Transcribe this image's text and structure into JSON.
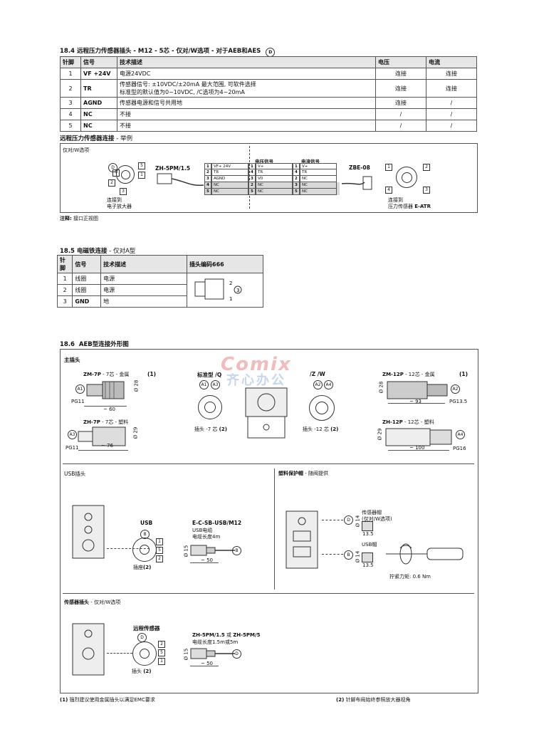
{
  "s184": {
    "title_num": "18.4",
    "title": "远程压力传感器插头 - M12 - 5芯 - 仅对/W选项 - 对于AEB和AES",
    "title_badge": "D",
    "headers": [
      "针脚",
      "信号",
      "技术描述",
      "电压",
      "电流"
    ],
    "rows": [
      {
        "pin": "1",
        "signal": "VF +24V",
        "desc": "电源24VDC",
        "desc2": "",
        "volt": "连接",
        "curr": "连接"
      },
      {
        "pin": "2",
        "signal": "TR",
        "desc": "传感器信号: ±10VDC/±20mA 最大范围, 可软件选择",
        "desc2": "标准型的默认值为0~10VDC, /C选项为4~20mA",
        "volt": "连接",
        "curr": "连接"
      },
      {
        "pin": "3",
        "signal": "AGND",
        "desc": "传感器电源和信号共用地",
        "desc2": "",
        "volt": "连接",
        "curr": "/"
      },
      {
        "pin": "4",
        "signal": "NC",
        "desc": "不接",
        "desc2": "",
        "volt": "/",
        "curr": "/"
      },
      {
        "pin": "5",
        "signal": "NC",
        "desc": "不接",
        "desc2": "",
        "volt": "/",
        "curr": "/"
      }
    ]
  },
  "remote": {
    "title": "远程压力传感器连接",
    "title_light": " - 举例",
    "option": "仅对/W选项",
    "connector_left": "ZH-5PM/1.5",
    "connector_right": "ZBE-08",
    "col_voltage": "电压信号",
    "col_current": "电流信号",
    "left_note": "连接到\n电子放大器",
    "right_note": "连接到",
    "right_note2": "压力传感器 ",
    "right_note_bold": "E-ATR",
    "left_pins": [
      {
        "n": "1",
        "s": "VF+ 24V"
      },
      {
        "n": "2",
        "s": "TR"
      },
      {
        "n": "3",
        "s": "AGND"
      },
      {
        "n": "4",
        "s": "NC"
      },
      {
        "n": "5",
        "s": "NC"
      }
    ],
    "volt_pins": [
      {
        "n": "1",
        "s": "V+"
      },
      {
        "n": "4",
        "s": "TR"
      },
      {
        "n": "3",
        "s": "V0"
      },
      {
        "n": "2",
        "s": "NC"
      },
      {
        "n": "5",
        "s": "NC"
      }
    ],
    "curr_pins": [
      {
        "n": "1",
        "s": "V+"
      },
      {
        "n": "4",
        "s": "TR"
      },
      {
        "n": "2",
        "s": "NC"
      },
      {
        "n": "3",
        "s": "NC"
      },
      {
        "n": "5",
        "s": "NC"
      }
    ],
    "note_label": "注释:",
    "note_text": "接口正视图"
  },
  "s185": {
    "title_num": "18.5",
    "title": "电磁铁连接",
    "title_light": " - 仅对A型",
    "headers": [
      "针脚",
      "信号",
      "技术描述",
      "插头编码666"
    ],
    "rows": [
      {
        "pin": "1",
        "signal": "线圈",
        "desc": "电源"
      },
      {
        "pin": "2",
        "signal": "线圈",
        "desc": "电源"
      },
      {
        "pin": "3",
        "signal": "GND",
        "desc": "地"
      }
    ],
    "plug_labels": [
      "2",
      "3",
      "1"
    ]
  },
  "s186": {
    "title_num": "18.6",
    "title": "AEB型连接外形图",
    "main_plug": "主插头",
    "zm7p": "ZM-7P",
    "zm7p_desc": " - 7芯 - 金属",
    "zh7p": "ZH-7P",
    "zh7p_desc": " - 7芯 - 塑料",
    "std": "标准型 /Q",
    "zw": "/Z /W",
    "zm12p": "ZM-12P",
    "zm12p_desc": " - 12芯 - 金属",
    "zh12p": "ZH-12P",
    "zh12p_desc": " - 12芯 - 塑料",
    "plug7": "插头 -7 芯 ",
    "plug12": "插头 -12 芯 ",
    "note1": "(1)",
    "note2": "(2)",
    "pg11": "PG11",
    "pg13": "PG13.5",
    "pg16": "PG16",
    "dim60": "~ 60",
    "dim76": "~ 76",
    "dim93": "~ 93",
    "dim100": "~ 100",
    "d28": "Ø 28",
    "d29": "Ø 29",
    "a1": "A1",
    "a2": "A2",
    "a3": "A3",
    "a4": "A4",
    "usb_title": "USB插头",
    "usb": "USB",
    "usb_cable": "E-C-SB-USB/M12",
    "usb_cable_desc": "USB电缆",
    "usb_cable_len": "电缆长度4m",
    "socket": "插座",
    "d15": "Ø 15",
    "dim50": "~ 50",
    "b": "B",
    "cap_title": "塑料保护帽",
    "cap_light": " - 随阀提供",
    "sensor_cap": "传感器帽",
    "sensor_cap2": "(仅对/W选项)",
    "usb_cap": "USB帽",
    "d14": "Ø 14",
    "d13": "13.5",
    "torque": "拧紧力矩:  0.6 Nm",
    "sensor_plug_title": "传感器插头",
    "sensor_plug_light": " - 仅对/W选项",
    "remote_sensor": "远程传感器",
    "zh5pm": "ZH-5PM/1.5",
    "or": " 或 ",
    "zh5pm5": "ZH-5PM/5",
    "cable_len": "电缆长度1.5m或5m",
    "plug": "插头 ",
    "d": "D"
  },
  "footnotes": {
    "n1": "(1)",
    "t1": " 强烈建议使用金属插头以满足EMC要求",
    "n2": "(2)",
    "t2": " 针脚布局始终参照放大器视角"
  },
  "watermark": "Comix",
  "watermark2": "齐心办公"
}
